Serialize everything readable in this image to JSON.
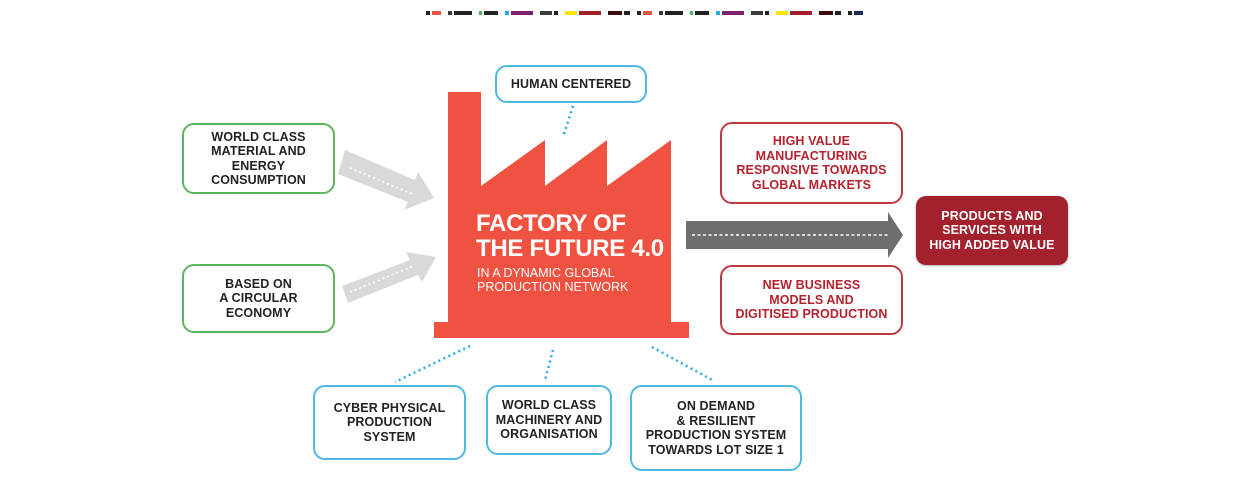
{
  "colors": {
    "factory": "#f05241",
    "green_border": "#5bb55b",
    "blue_border": "#4cb8e4",
    "red_border": "#c0393f",
    "red_text": "#b5222e",
    "output_fill": "#a3212d",
    "arrow_light": "#d9d9d9",
    "arrow_dark": "#6e6e6e"
  },
  "top_strip": [
    "#222222",
    "#f05241",
    "#3a3a3a",
    "#222222",
    "#4caf50",
    "#222222",
    "#29abe2",
    "#7b1f6e",
    "#3a3a3a",
    "#222222",
    "#ffe600",
    "#a3212d",
    "#3b0a0a",
    "#222222",
    "#222222",
    "#f05241",
    "#3a3a3a",
    "#222222",
    "#4caf50",
    "#222222",
    "#29abe2",
    "#7b1f6e",
    "#3a3a3a",
    "#222222",
    "#ffe600",
    "#a3212d",
    "#3b0a0a",
    "#222222",
    "#222222",
    "#1a2a5a"
  ],
  "factory": {
    "title": "FACTORY OF\nTHE FUTURE 4.0",
    "subtitle": "IN A DYNAMIC GLOBAL\nPRODUCTION NETWORK"
  },
  "inputs": [
    {
      "label": "WORLD CLASS\nMATERIAL AND\nENERGY CONSUMPTION"
    },
    {
      "label": "BASED ON\nA CIRCULAR\nECONOMY"
    }
  ],
  "pillars": {
    "top": "HUMAN CENTERED",
    "bottom": [
      "CYBER PHYSICAL\nPRODUCTION\nSYSTEM",
      "WORLD CLASS\nMACHINERY AND\nORGANISATION",
      "ON DEMAND\n& RESILIENT\nPRODUCTION SYSTEM\nTOWARDS LOT SIZE 1"
    ]
  },
  "outcomes": [
    "HIGH VALUE\nMANUFACTURING\nRESPONSIVE TOWARDS\nGLOBAL MARKETS",
    "NEW BUSINESS\nMODELS AND\nDIGITISED PRODUCTION"
  ],
  "result": "PRODUCTS AND\nSERVICES WITH\nHIGH ADDED VALUE"
}
